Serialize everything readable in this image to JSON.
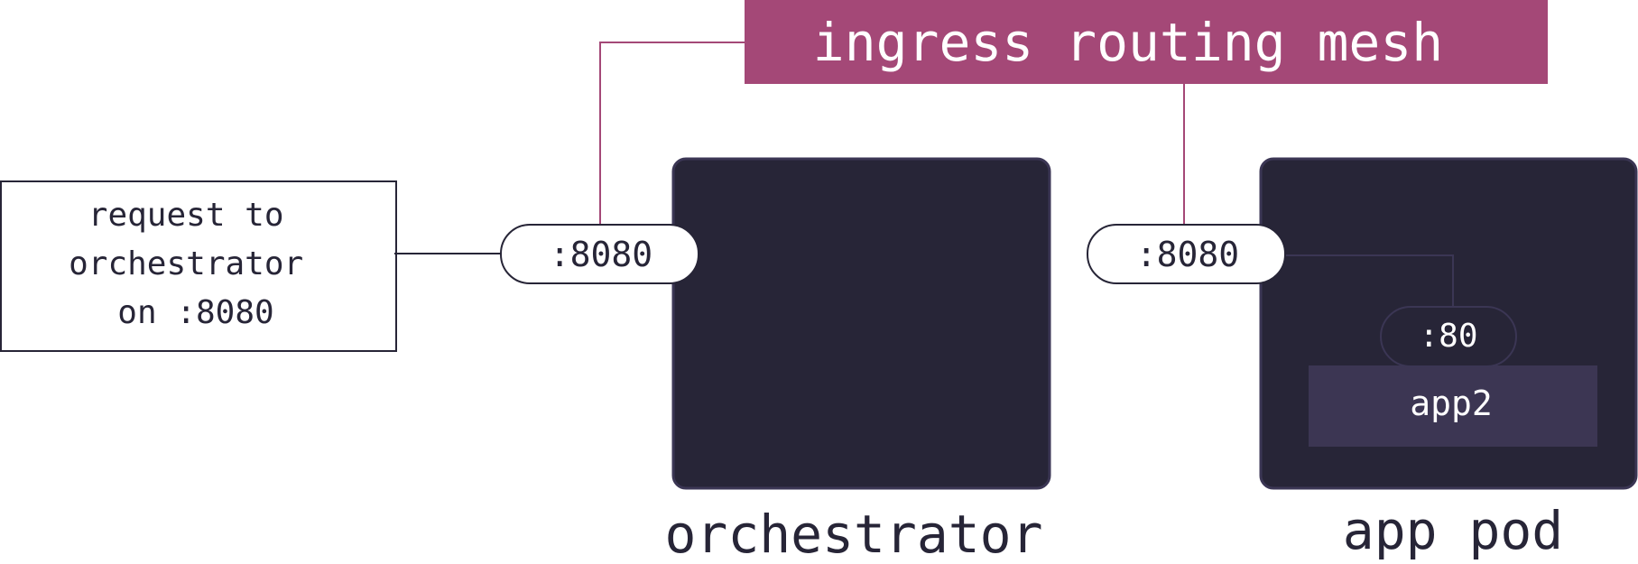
{
  "request_box": {
    "lines": [
      "request to",
      "orchestrator",
      "on :8080"
    ]
  },
  "mesh": {
    "label": "ingress routing mesh"
  },
  "orchestrator": {
    "port_label": ":8080",
    "caption": "orchestrator"
  },
  "app_pod": {
    "port_label": ":8080",
    "inner_port_label": ":80",
    "app_label": "app2",
    "caption": "app pod"
  },
  "colors": {
    "mesh_fill": "#a44877",
    "mesh_line": "#a44877",
    "node_fill": "#272537",
    "node_border": "#3b3654",
    "app_fill": "#3c3653",
    "line_dark": "#272537",
    "text_dark": "#272537",
    "text_light": "#ffffff"
  }
}
